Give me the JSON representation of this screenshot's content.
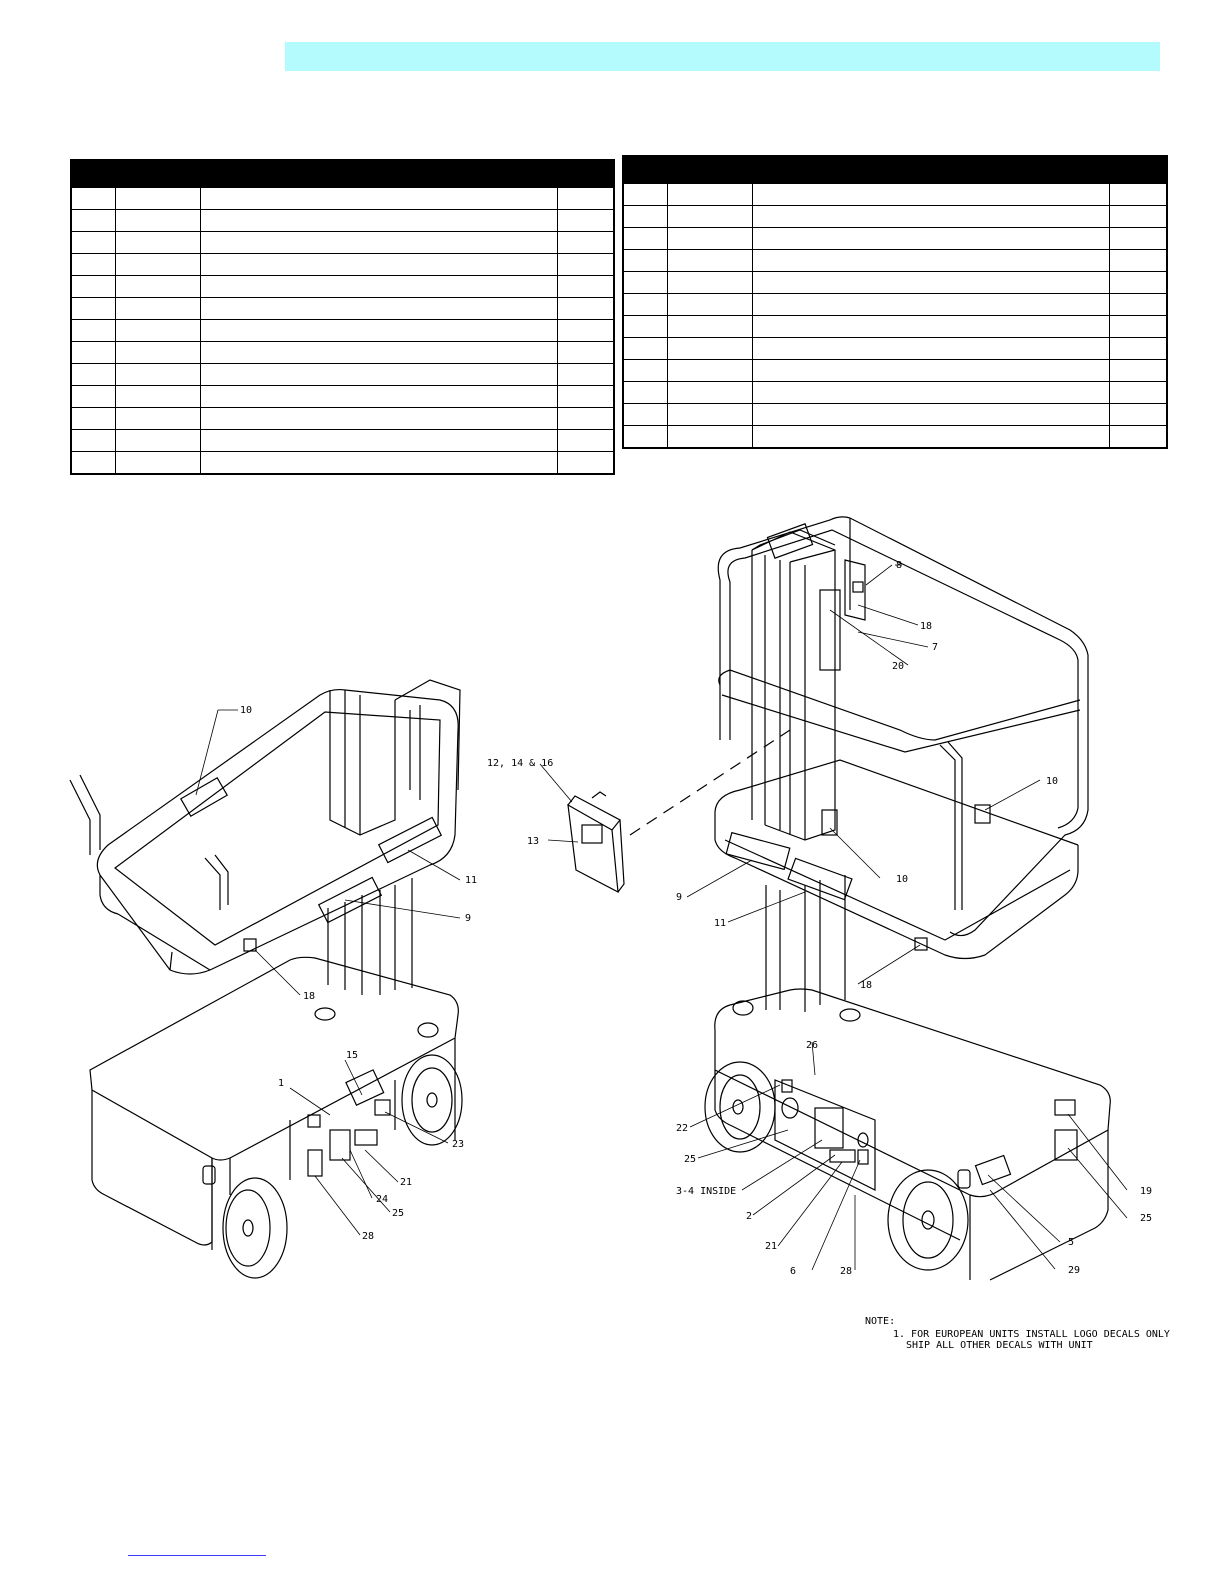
{
  "left_table": {
    "header": [
      "",
      "",
      "",
      ""
    ],
    "row_count": 13
  },
  "right_table": {
    "header": [
      "",
      "",
      "",
      ""
    ],
    "row_count": 12
  },
  "callouts": {
    "c10a": "10",
    "c11a": "11",
    "c9a": "9",
    "c18a": "18",
    "c15": "15",
    "c1": "1",
    "c23": "23",
    "c21a": "21",
    "c24": "24",
    "c25a": "25",
    "c28a": "28",
    "c12": "12, 14 & 16",
    "c13": "13",
    "c8": "8",
    "c18b": "18",
    "c7": "7",
    "c20": "20",
    "c10b": "10",
    "c10c": "10",
    "c9b": "9",
    "c11b": "11",
    "c18c": "18",
    "c26": "26",
    "c22": "22",
    "c25b": "25",
    "c34": "3-4 INSIDE",
    "c2": "2",
    "c21b": "21",
    "c6": "6",
    "c28b": "28",
    "c19": "19",
    "c25c": "25",
    "c5": "5",
    "c29": "29"
  },
  "note": {
    "title": "NOTE:",
    "line1": "1. FOR EUROPEAN UNITS INSTALL LOGO DECALS ONLY",
    "line2": "SHIP ALL OTHER DECALS WITH UNIT"
  },
  "colors": {
    "banner": "#b3fbfd",
    "table_header": "#000000",
    "link_rule": "#3a3aff"
  }
}
